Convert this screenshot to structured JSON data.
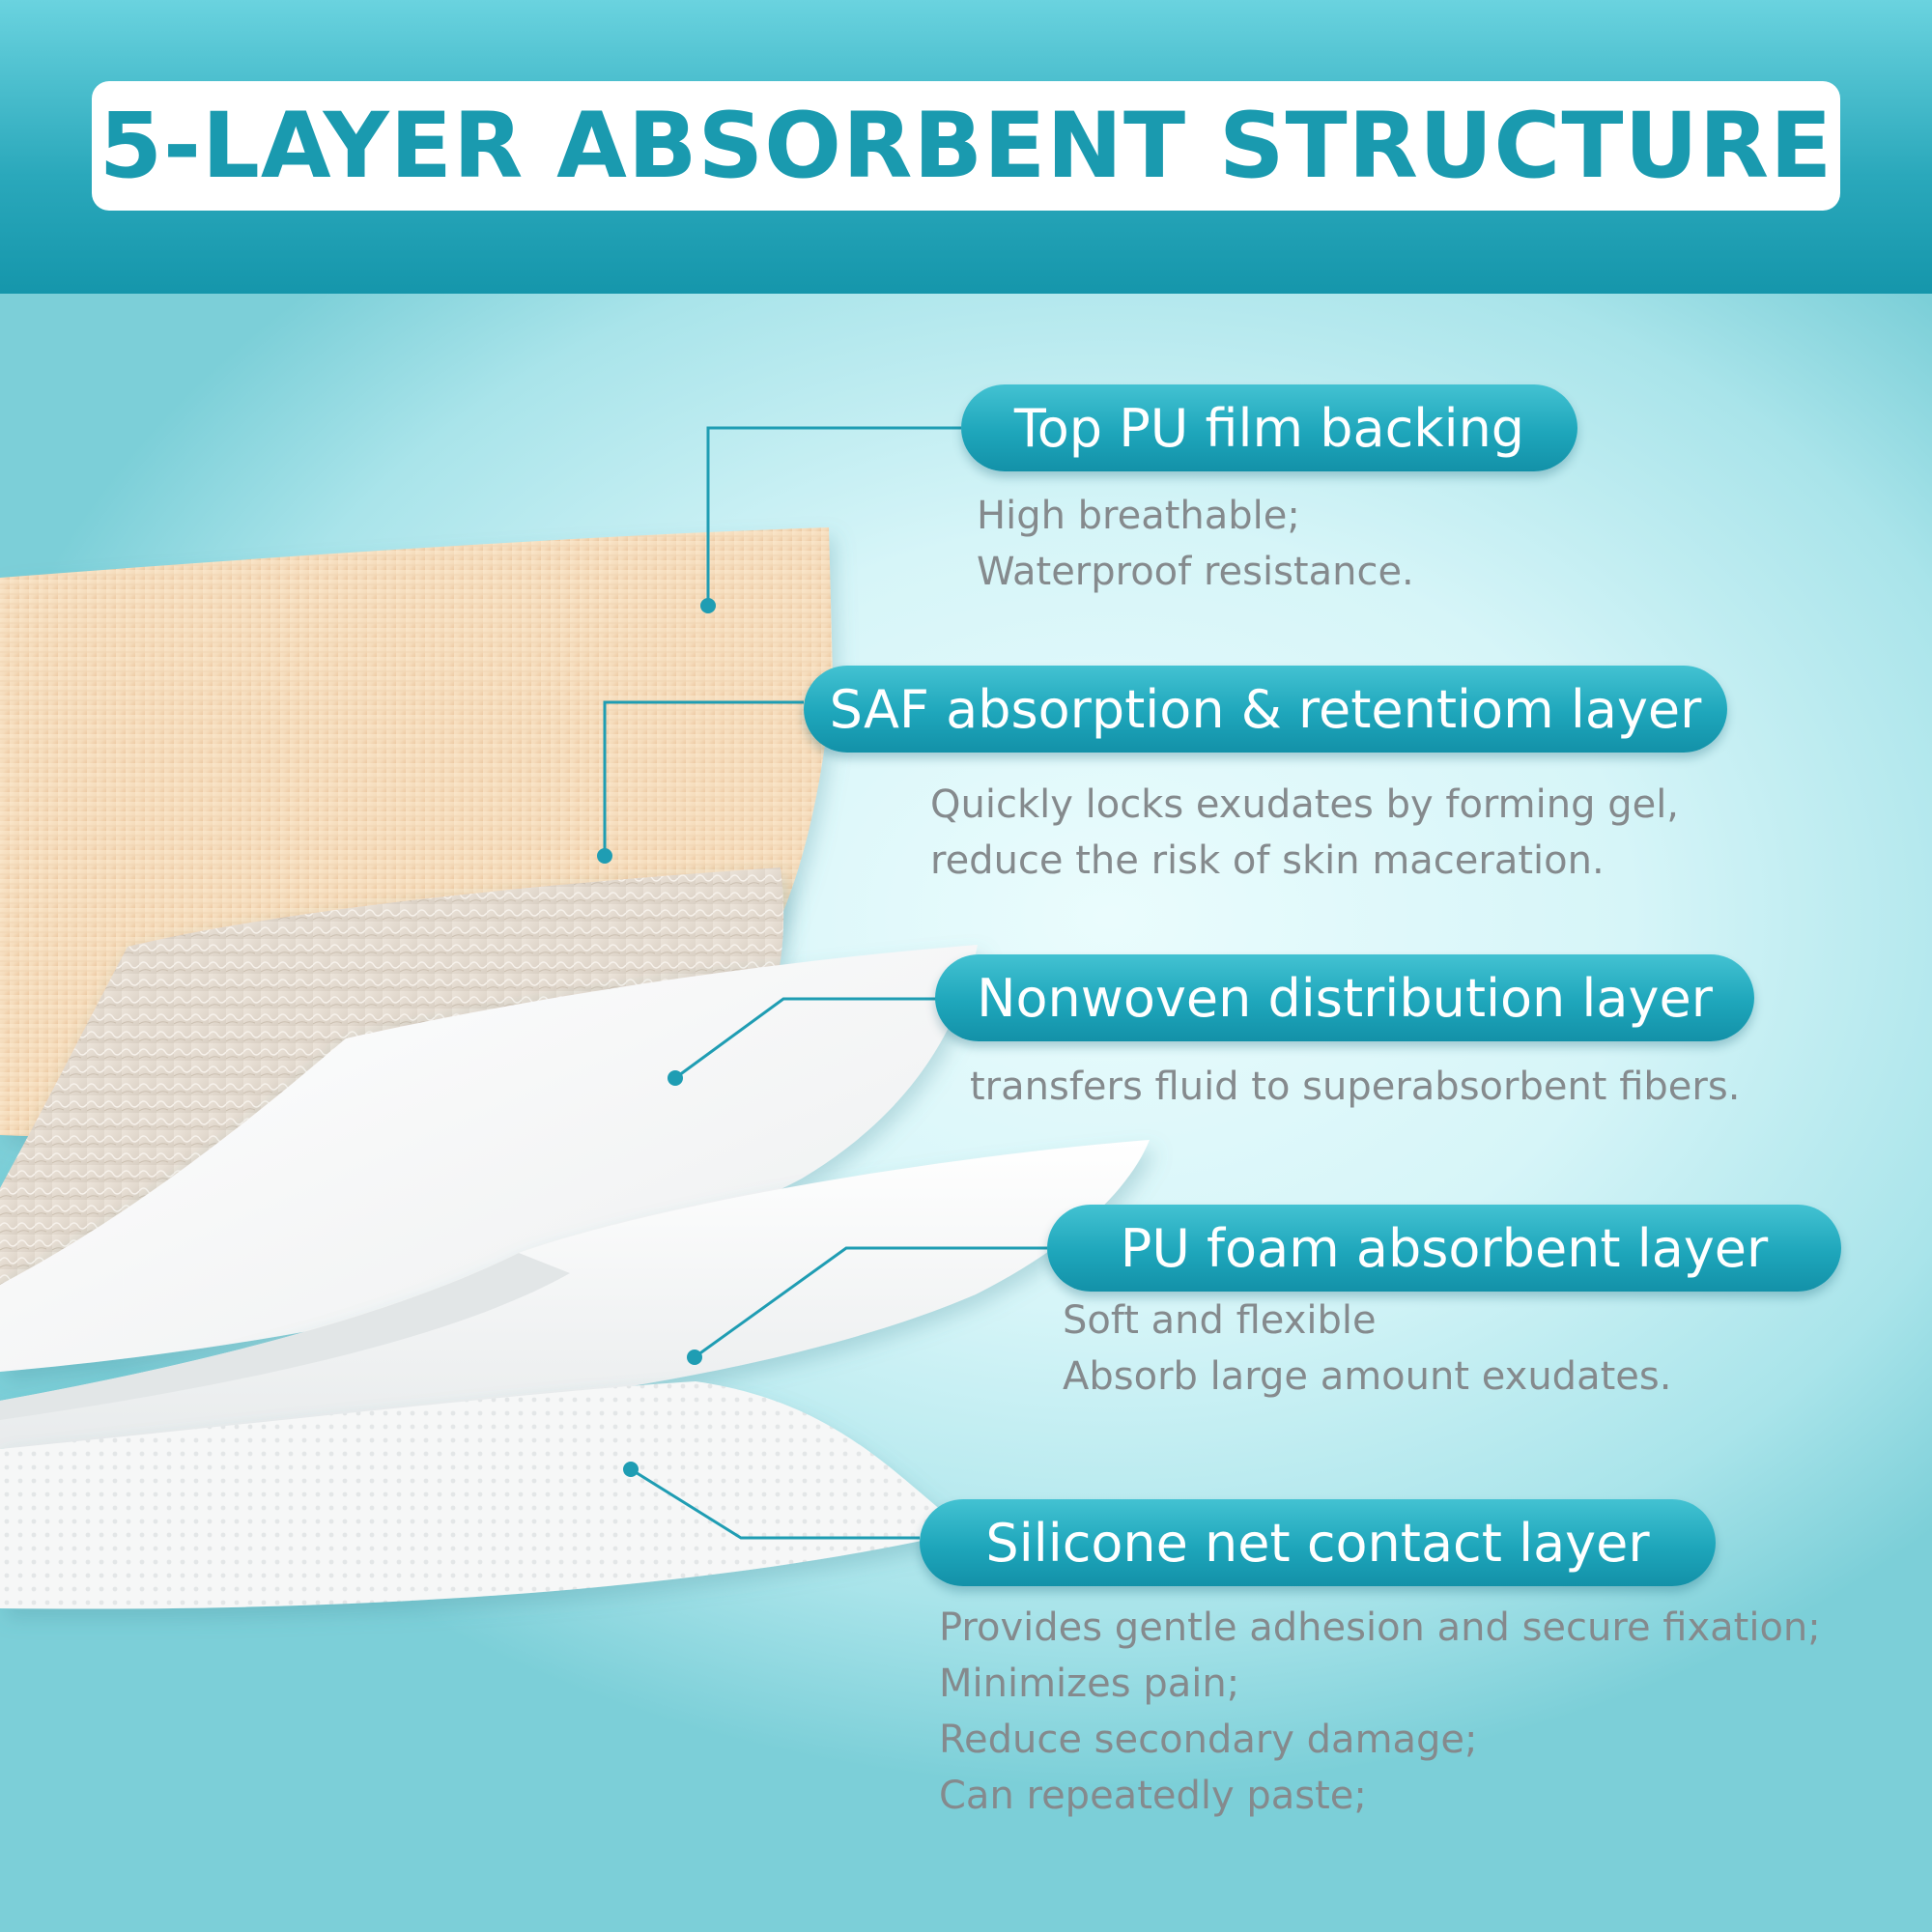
{
  "title": "5-LAYER ABSORBENT STRUCTURE",
  "colors": {
    "accent": "#1a9aaf",
    "pill": "#1ea6bb",
    "description_text": "#858a8d",
    "film_layer": "#f6dfc2"
  },
  "layers": [
    {
      "name": "Top PU film backing",
      "description": [
        "High breathable;",
        "Waterproof resistance."
      ]
    },
    {
      "name": "SAF absorption & retentiom layer",
      "description": [
        "Quickly locks exudates by forming gel,",
        "reduce the risk of skin maceration."
      ]
    },
    {
      "name": "Nonwoven distribution layer",
      "description": [
        "transfers fluid to superabsorbent fibers."
      ]
    },
    {
      "name": "PU foam absorbent layer",
      "description": [
        "Soft and flexible",
        "Absorb large amount exudates."
      ]
    },
    {
      "name": "Silicone net contact layer",
      "description": [
        "Provides gentle adhesion and secure fixation;",
        "Minimizes pain;",
        "Reduce secondary damage;",
        "Can repeatedly paste;"
      ]
    }
  ]
}
